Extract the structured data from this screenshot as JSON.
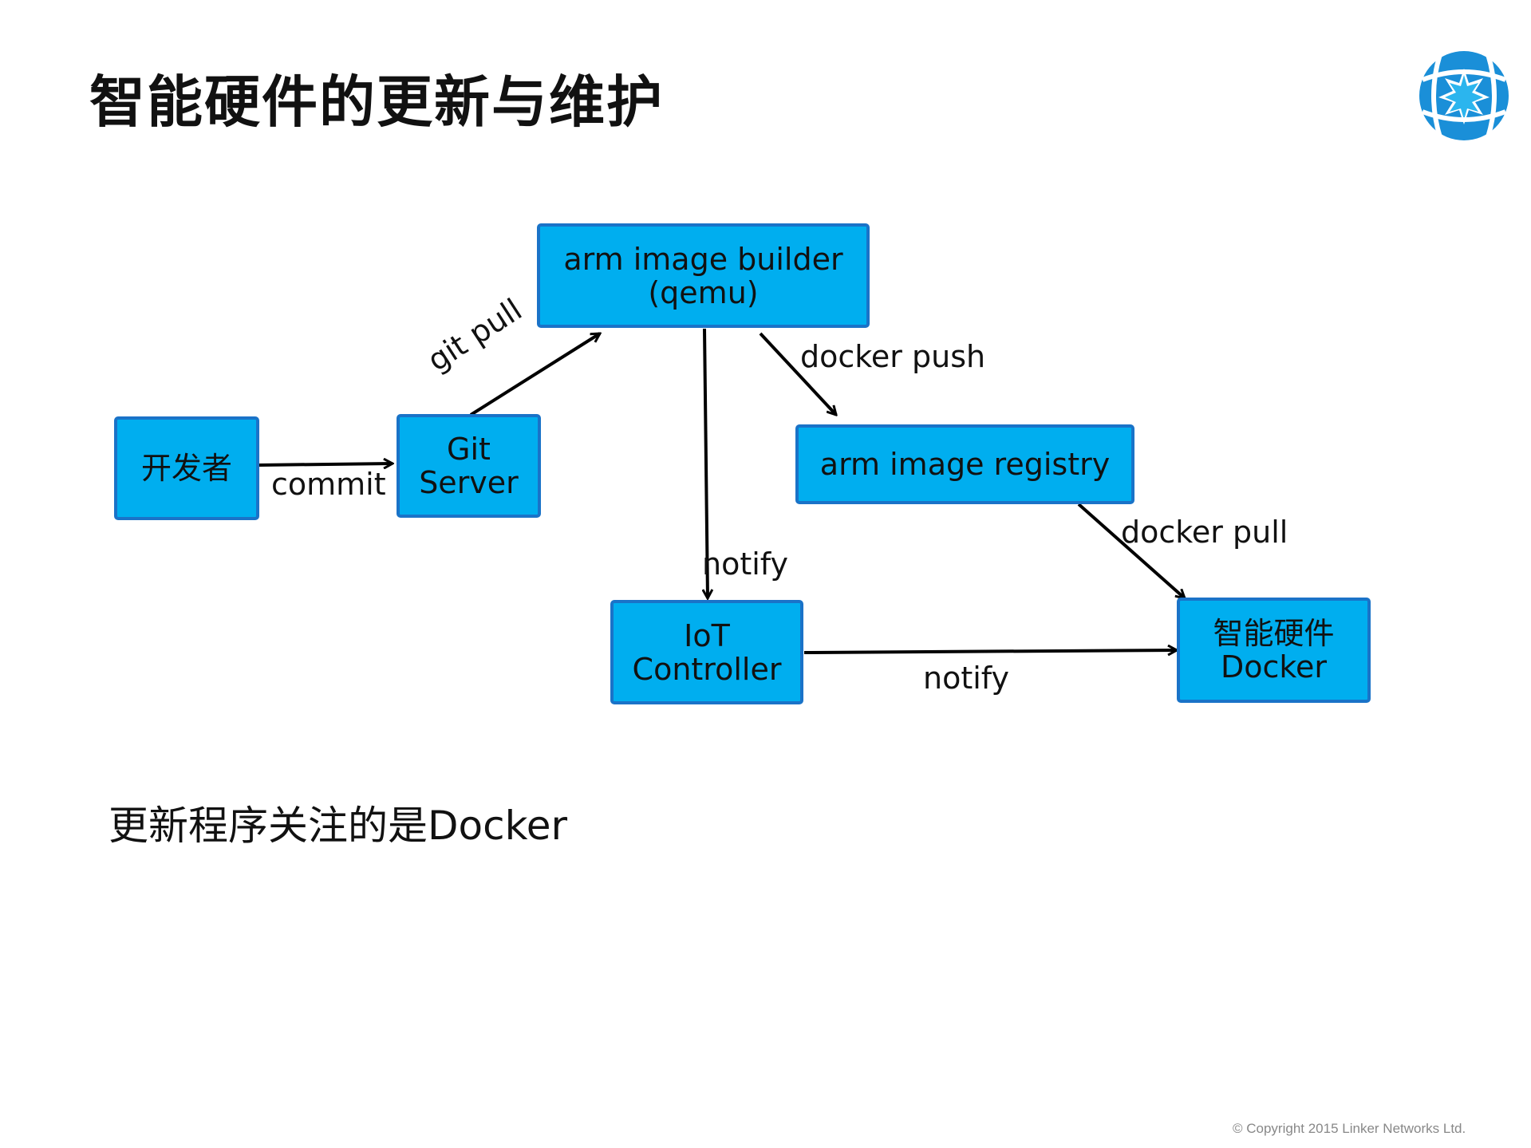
{
  "title": "智能硬件的更新与维护",
  "logo": {
    "icon": "linker-networks-logo-icon",
    "color": "#1a8fd8"
  },
  "colors": {
    "box_fill": "#00aeef",
    "box_border": "#1a73c8",
    "arrow": "#000000"
  },
  "nodes": {
    "developer": {
      "lines": [
        "开发者"
      ]
    },
    "git_server": {
      "lines": [
        "Git",
        "Server"
      ]
    },
    "builder": {
      "lines": [
        "arm image builder",
        "(qemu)"
      ]
    },
    "registry": {
      "lines": [
        "arm image registry"
      ]
    },
    "iot_controller": {
      "lines": [
        "IoT",
        "Controller"
      ]
    },
    "device_docker": {
      "lines": [
        "智能硬件",
        "Docker"
      ]
    }
  },
  "edges": {
    "commit": "commit",
    "git_pull": "git pull",
    "docker_push": "docker push",
    "notify_builder": "notify",
    "docker_pull": "docker pull",
    "notify_device": "notify"
  },
  "subtitle": "更新程序关注的是Docker",
  "footer": {
    "copyright": "© Copyright 2015 Linker Networks Ltd."
  }
}
